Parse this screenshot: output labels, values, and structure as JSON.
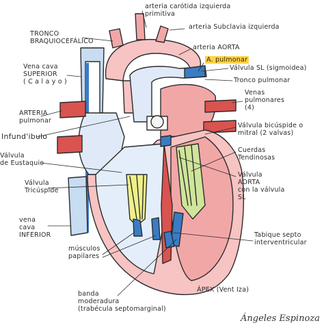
{
  "labels": {
    "arteria_carotida": "arteria carótida izquierda\nprimitiva",
    "arteria_subclavia": "arteria Subclavia izquierda",
    "tronco_braquiocefalico": "TRONCO\nBRAQUIOCEFÁLICO",
    "arteria_aorta": "arteria AORTA",
    "a_pulmonar": "A. pulmonar",
    "vena_cava_superior": "Vena cava\nSUPERIOR\n( C a l a y o )",
    "valvula_sl_sigmoidea": "Válvula SL (sigmoidea)",
    "tronco_pulmonar": "Tronco pulmonar",
    "venas_pulmonares": "Venas\npulmonares\n(4)",
    "arteria_pulmonar": "ARTERIA\npulmonar",
    "infundibulo": "Infund'ibulo",
    "valvula_bicuspide": "Válvula bicúspide o\nmitral (2 valvas)",
    "valvula_eustaquio": "Válvula\nde Eustaquio",
    "cuerdas_tendinosas": "Cuerdas\nTendinosas",
    "valvula_tricuspide": "Válvula\nTricúspide",
    "valvula_aorta": "Válvula\nAORTA\ncon la válvula\nSL",
    "vena_cava_inferior": "vena\ncava\nINFERIOR",
    "musculos_papilares": "músculos\npapilares",
    "tabique_septo": "Tabique septo\ninterventricular",
    "banda_moderadora": "banda\nmoderadura\n(trabécula septomarginal)",
    "apex": "ÁPEX (Vent Iza)",
    "signature": "Ángeles Espinoza"
  },
  "colors": {
    "red_fill": "#f2a7a7",
    "red_dark": "#d9534f",
    "blue_fill": "#bcd3ee",
    "blue_dark": "#3a7cc4",
    "yellow_fill": "#eef08a",
    "green_fill": "#cfe59a",
    "outline": "#2b2b2b",
    "highlight": "#ffd24a"
  }
}
